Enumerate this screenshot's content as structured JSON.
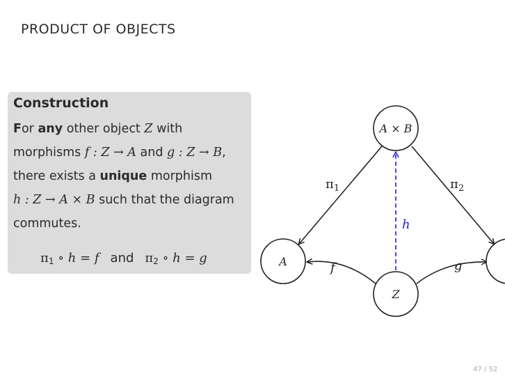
{
  "slide": {
    "title": "PRODUCT OF OBJECTS",
    "page": "47 / 52"
  },
  "block": {
    "title": "Construction",
    "lines": [
      {
        "pre": "F",
        "rest": "or ",
        "bold": "any",
        "post": " other object ",
        "var": "Z",
        "tail": " with"
      },
      {
        "text1": "morphisms ",
        "m1": "f : Z → A",
        "text2": " and ",
        "m2": "g : Z → B",
        "text3": ","
      },
      {
        "text1": "there exists a ",
        "bold": "unique",
        "text2": " morphism"
      },
      {
        "m1": "h : Z → A × B",
        "text1": " such that the diagram"
      },
      {
        "text1": "commutes."
      }
    ],
    "formula": {
      "left": "π",
      "left_sub": "1",
      "left_rest": " ∘ h = f",
      "connector": "and",
      "right": "π",
      "right_sub": "2",
      "right_rest": " ∘ h = g"
    }
  },
  "diagram": {
    "nodes": {
      "product": "A × B",
      "a": "A",
      "z": "Z",
      "b": ""
    },
    "edges": {
      "pi1": "π",
      "pi1_sub": "1",
      "pi2": "π",
      "pi2_sub": "2",
      "h": "h",
      "f": "f",
      "g": "g"
    },
    "colors": {
      "dashed_arrow": "#1f1fcc",
      "stroke": "#222222"
    }
  }
}
